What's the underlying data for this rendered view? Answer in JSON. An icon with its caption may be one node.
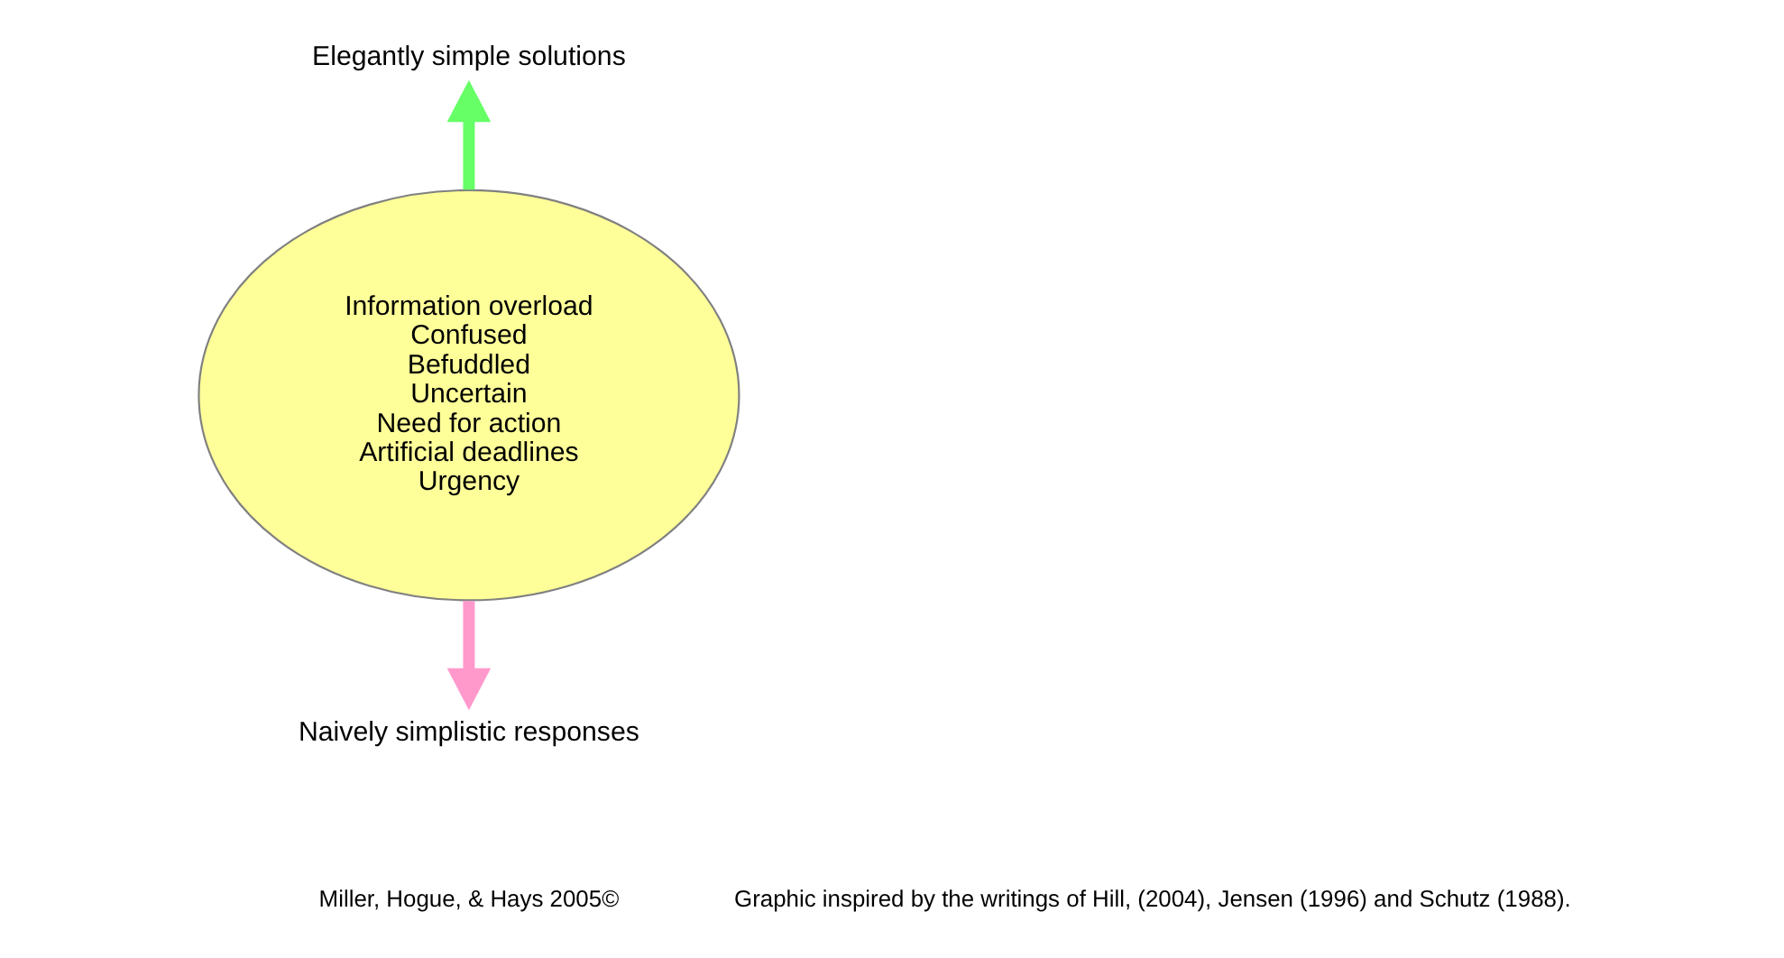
{
  "diagram": {
    "nodes": [
      {
        "text": [
          "Information overload",
          "Confused",
          "Befuddled",
          "Uncertain",
          "Need for action",
          "Artificial deadlines",
          "Urgency"
        ]
      },
      {
        "text": [
          "Elegantly simple solutions"
        ]
      },
      {
        "text": [
          "Naively simplistic responses"
        ]
      }
    ],
    "edges": [
      {
        "from": 0,
        "to": 1,
        "arrow": "to",
        "color": "#66ff66"
      },
      {
        "from": 0,
        "to": 2,
        "arrow": "to",
        "color": "#ff99cc"
      }
    ],
    "labels": [
      "Miller, Hogue, & Hays 2005©",
      "Graphic inspired by the writings of Hill, (2004), Jensen (1996) and Schutz (1988)."
    ]
  }
}
